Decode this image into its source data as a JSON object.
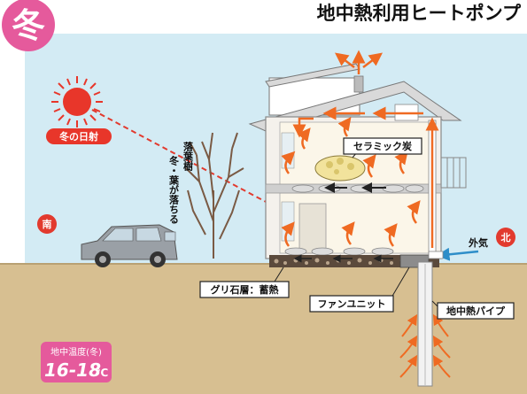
{
  "season_badge": "冬",
  "title": "地中熱利用ヒートポンプ",
  "sun_label": "冬の日射",
  "tree_label_1": "落葉樹",
  "tree_label_2": "冬・葉が落ちる",
  "south_label": "南",
  "north_label": "北",
  "outside_air_label": "外気",
  "ceramic_label": "セラミック炭",
  "gravel_label": "グリ石層：蓄熱",
  "fan_unit_label": "ファンユニット",
  "geo_pipe_label": "地中熱パイプ",
  "ground_temp": {
    "caption": "地中温度(冬)",
    "value": "16-18",
    "unit": "℃"
  },
  "colors": {
    "sky": "#d3ebf4",
    "ground": "#d7bf91",
    "badge": "#e55a9c",
    "sun": "#e8362a",
    "arrow": "#ef6a22",
    "compass": "#e23a2e"
  }
}
